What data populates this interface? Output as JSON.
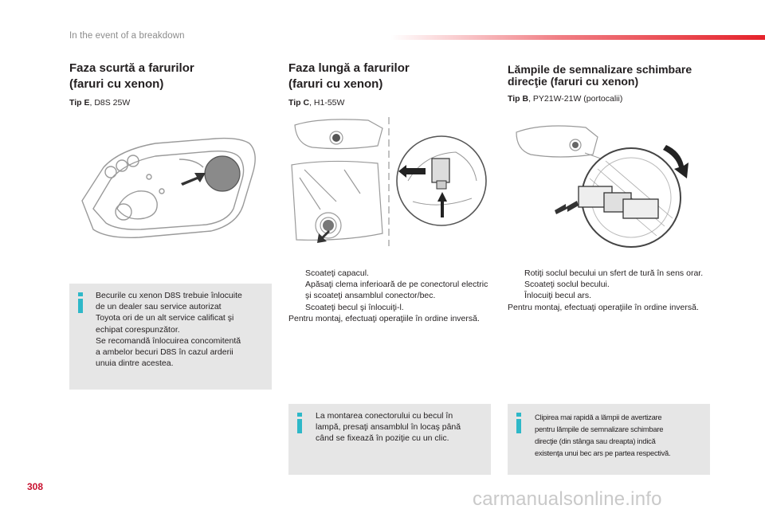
{
  "header": {
    "section": "In the event of a breakdown"
  },
  "columns": [
    {
      "title_line1": "Faza scurtă a farurilor",
      "title_line2": "(faruri cu xenon)",
      "type_label": "Tip E",
      "type_value": ", D8S 25W"
    },
    {
      "title_line1": "Faza lungă a farurilor",
      "title_line2": "(faruri cu xenon)",
      "type_label": "Tip C",
      "type_value": ", H1-55W",
      "steps": [
        "Scoateţi capacul.",
        "Apăsaţi clema inferioară de pe conectorul electric şi scoateţi ansamblul conector/bec.",
        "Scoateţi becul şi înlocuiţi-l."
      ],
      "closing": "Pentru montaj, efectuaţi operaţiile în ordine inversă."
    },
    {
      "title_line1": "Lămpile de semnalizare schimbare",
      "title_line2": "direcţie (faruri cu xenon)",
      "type_label": "Tip B",
      "type_value": ", PY21W-21W (portocalii)",
      "steps": [
        "Rotiţi soclul becului un sfert de tură în sens orar.",
        "Scoateţi soclul becului.",
        "Înlocuiţi becul ars."
      ],
      "closing": "Pentru montaj, efectuaţi operaţiile în ordine inversă."
    }
  ],
  "info_boxes": [
    {
      "lines": [
        "Becurile cu xenon D8S trebuie înlocuite",
        "de un dealer sau service autorizat",
        "Toyota ori de un alt service calificat şi",
        "echipat corespunzător.",
        "Se recomandă înlocuirea concomitentă",
        "a ambelor becuri D8S în cazul arderii",
        "unuia dintre acestea."
      ]
    },
    {
      "lines": [
        "La montarea conectorului cu becul în",
        "lampă, presaţi ansamblul în locaş până",
        "când se fixează în poziţie cu un clic."
      ]
    },
    {
      "lines": [
        "Clipirea mai rapidă a lămpii de avertizare",
        "pentru lămpile de semnalizare schimbare",
        "direcţie (din stânga sau dreapta) indică",
        "existenţa unui bec ars pe partea respectivă."
      ]
    }
  ],
  "bullet_glyph": "",
  "page_number": "308",
  "watermark": "carmanualsonline.info",
  "colors": {
    "accent_red": "#e5232b",
    "info_blue": "#2eb8c8",
    "box_grey": "#e6e6e6"
  },
  "icons": [
    "info-icon"
  ]
}
